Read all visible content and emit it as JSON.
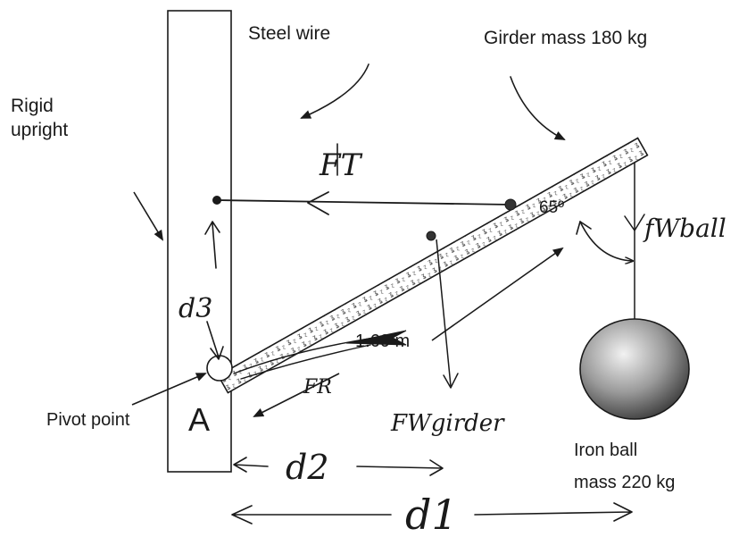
{
  "labels": {
    "steel_wire": "Steel wire",
    "girder_mass": "Girder mass 180 kg",
    "rigid_line1": "Rigid",
    "rigid_line2": "upright",
    "angle": "65º",
    "length": "1.60 m",
    "pivot": "Pivot point",
    "point_a": "A",
    "iron_ball_line1": "Iron ball",
    "iron_ball_line2": "mass 220 kg"
  },
  "handwritten": {
    "ft": "FT",
    "fw_ball": "fWball",
    "d3": "d3",
    "fr": "FR",
    "fw_girder": "FWgirder",
    "d2": "d2",
    "d1": "d1"
  },
  "colors": {
    "ink": "#1a1a1a",
    "paper": "#ffffff"
  }
}
